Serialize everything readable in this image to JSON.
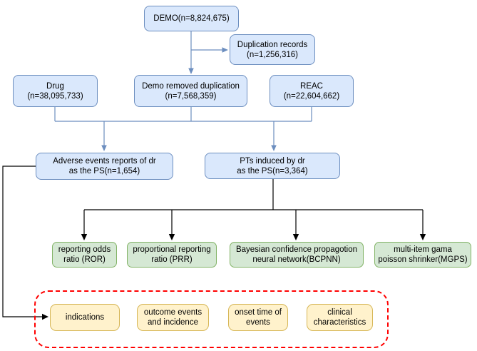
{
  "figure": {
    "type": "flowchart",
    "description_nodes": {
      "demo": "DEMO(n=8,824,675)",
      "duplication_records": "Duplication records\n(n=1,256,316)",
      "drug": "Drug\n(n=38,095,733)",
      "demo_removed_duplication": "Demo removed duplication\n(n=7,568,359)",
      "reac": "REAC\n(n=22,604,662)",
      "adverse_events_reports": "Adverse events reports of dr\nas the PS(n=1,654)",
      "pts_induced": "PTs induced by dr\nas the PS(n=3,364)",
      "ror": "reporting odds\nratio (ROR)",
      "prr": "proportional reporting\nratio (PRR)",
      "bcpnn": "Bayesian confidence propagotion\nneural network(BCPNN)",
      "mgps": "multi-item gama\npoisson shrinker(MGPS)",
      "indications": "indications",
      "outcome_events": "outcome events\nand incidence",
      "onset_time": "onset time of\nevents",
      "clinical_characteristics": "clinical\ncharacteristics"
    }
  },
  "colors": {
    "node_fill": "#dae8fc",
    "node_border": "#6c8ebf",
    "method_fill": "#d5e8d4",
    "method_border": "#82b366",
    "analysis_fill": "#fff2cc",
    "analysis_border": "#d6b656",
    "frame_border": "#ff0000",
    "connector_blue": "#6c8ebf",
    "connector_black": "#000000"
  }
}
